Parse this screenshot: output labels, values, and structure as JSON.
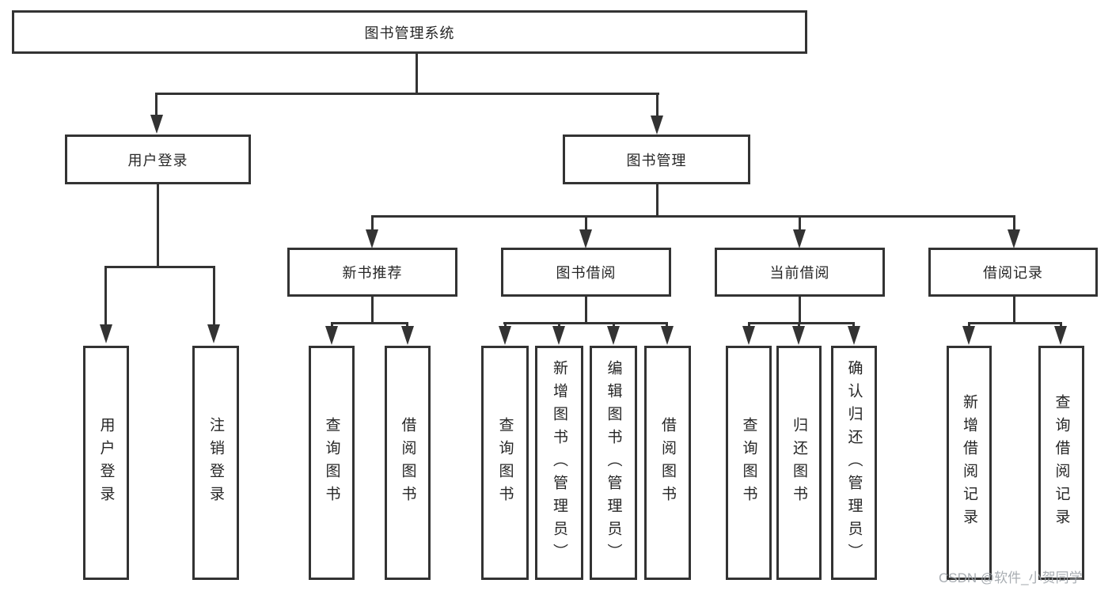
{
  "tree": {
    "label": "图书管理系统",
    "children": [
      {
        "label": "用户登录",
        "children": [
          {
            "label": "用户登录"
          },
          {
            "label": "注销登录"
          }
        ]
      },
      {
        "label": "图书管理",
        "children": [
          {
            "label": "新书推荐",
            "children": [
              {
                "label": "查询图书"
              },
              {
                "label": "借阅图书"
              }
            ]
          },
          {
            "label": "图书借阅",
            "children": [
              {
                "label": "查询图书"
              },
              {
                "label": "新增图书（管理员）"
              },
              {
                "label": "编辑图书（管理员）"
              },
              {
                "label": "借阅图书"
              }
            ]
          },
          {
            "label": "当前借阅",
            "children": [
              {
                "label": "查询图书"
              },
              {
                "label": "归还图书"
              },
              {
                "label": "确认归还（管理员）"
              }
            ]
          },
          {
            "label": "借阅记录",
            "children": [
              {
                "label": "新增借阅记录"
              },
              {
                "label": "查询借阅记录"
              }
            ]
          }
        ]
      }
    ]
  },
  "watermark": "CSDN @软件_小贺同学",
  "colors": {
    "line": "#333333",
    "text": "#262626",
    "watermark": "#9ea4aa",
    "background": "#ffffff"
  }
}
